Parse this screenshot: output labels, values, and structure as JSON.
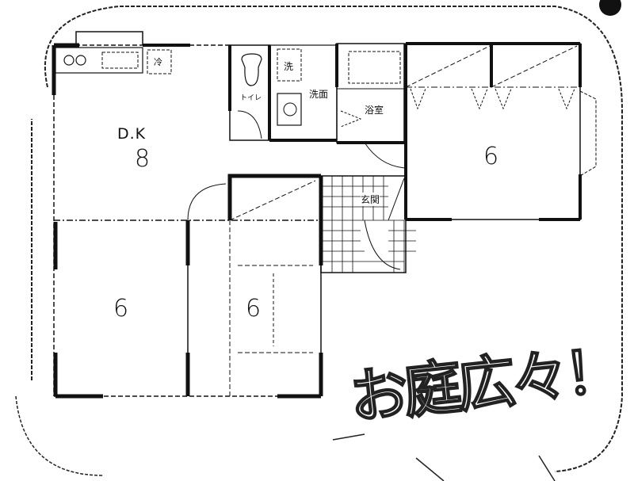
{
  "floor_plan": {
    "rooms": [
      {
        "id": "dk",
        "name": "D.K",
        "size": "8"
      },
      {
        "id": "bedroom-east",
        "name": "",
        "size": "6"
      },
      {
        "id": "room-southwest",
        "name": "",
        "size": "6"
      },
      {
        "id": "room-south-center",
        "name": "",
        "size": "6"
      }
    ],
    "utility_labels": {
      "toilet": "トイレ",
      "washroom": "洗面",
      "washer": "洗",
      "bathroom": "浴室",
      "entrance": "玄関",
      "fridge": "冷"
    },
    "slogan": "お庭広々！",
    "colors": {
      "line": "#111111",
      "background": "#ffffff"
    }
  }
}
